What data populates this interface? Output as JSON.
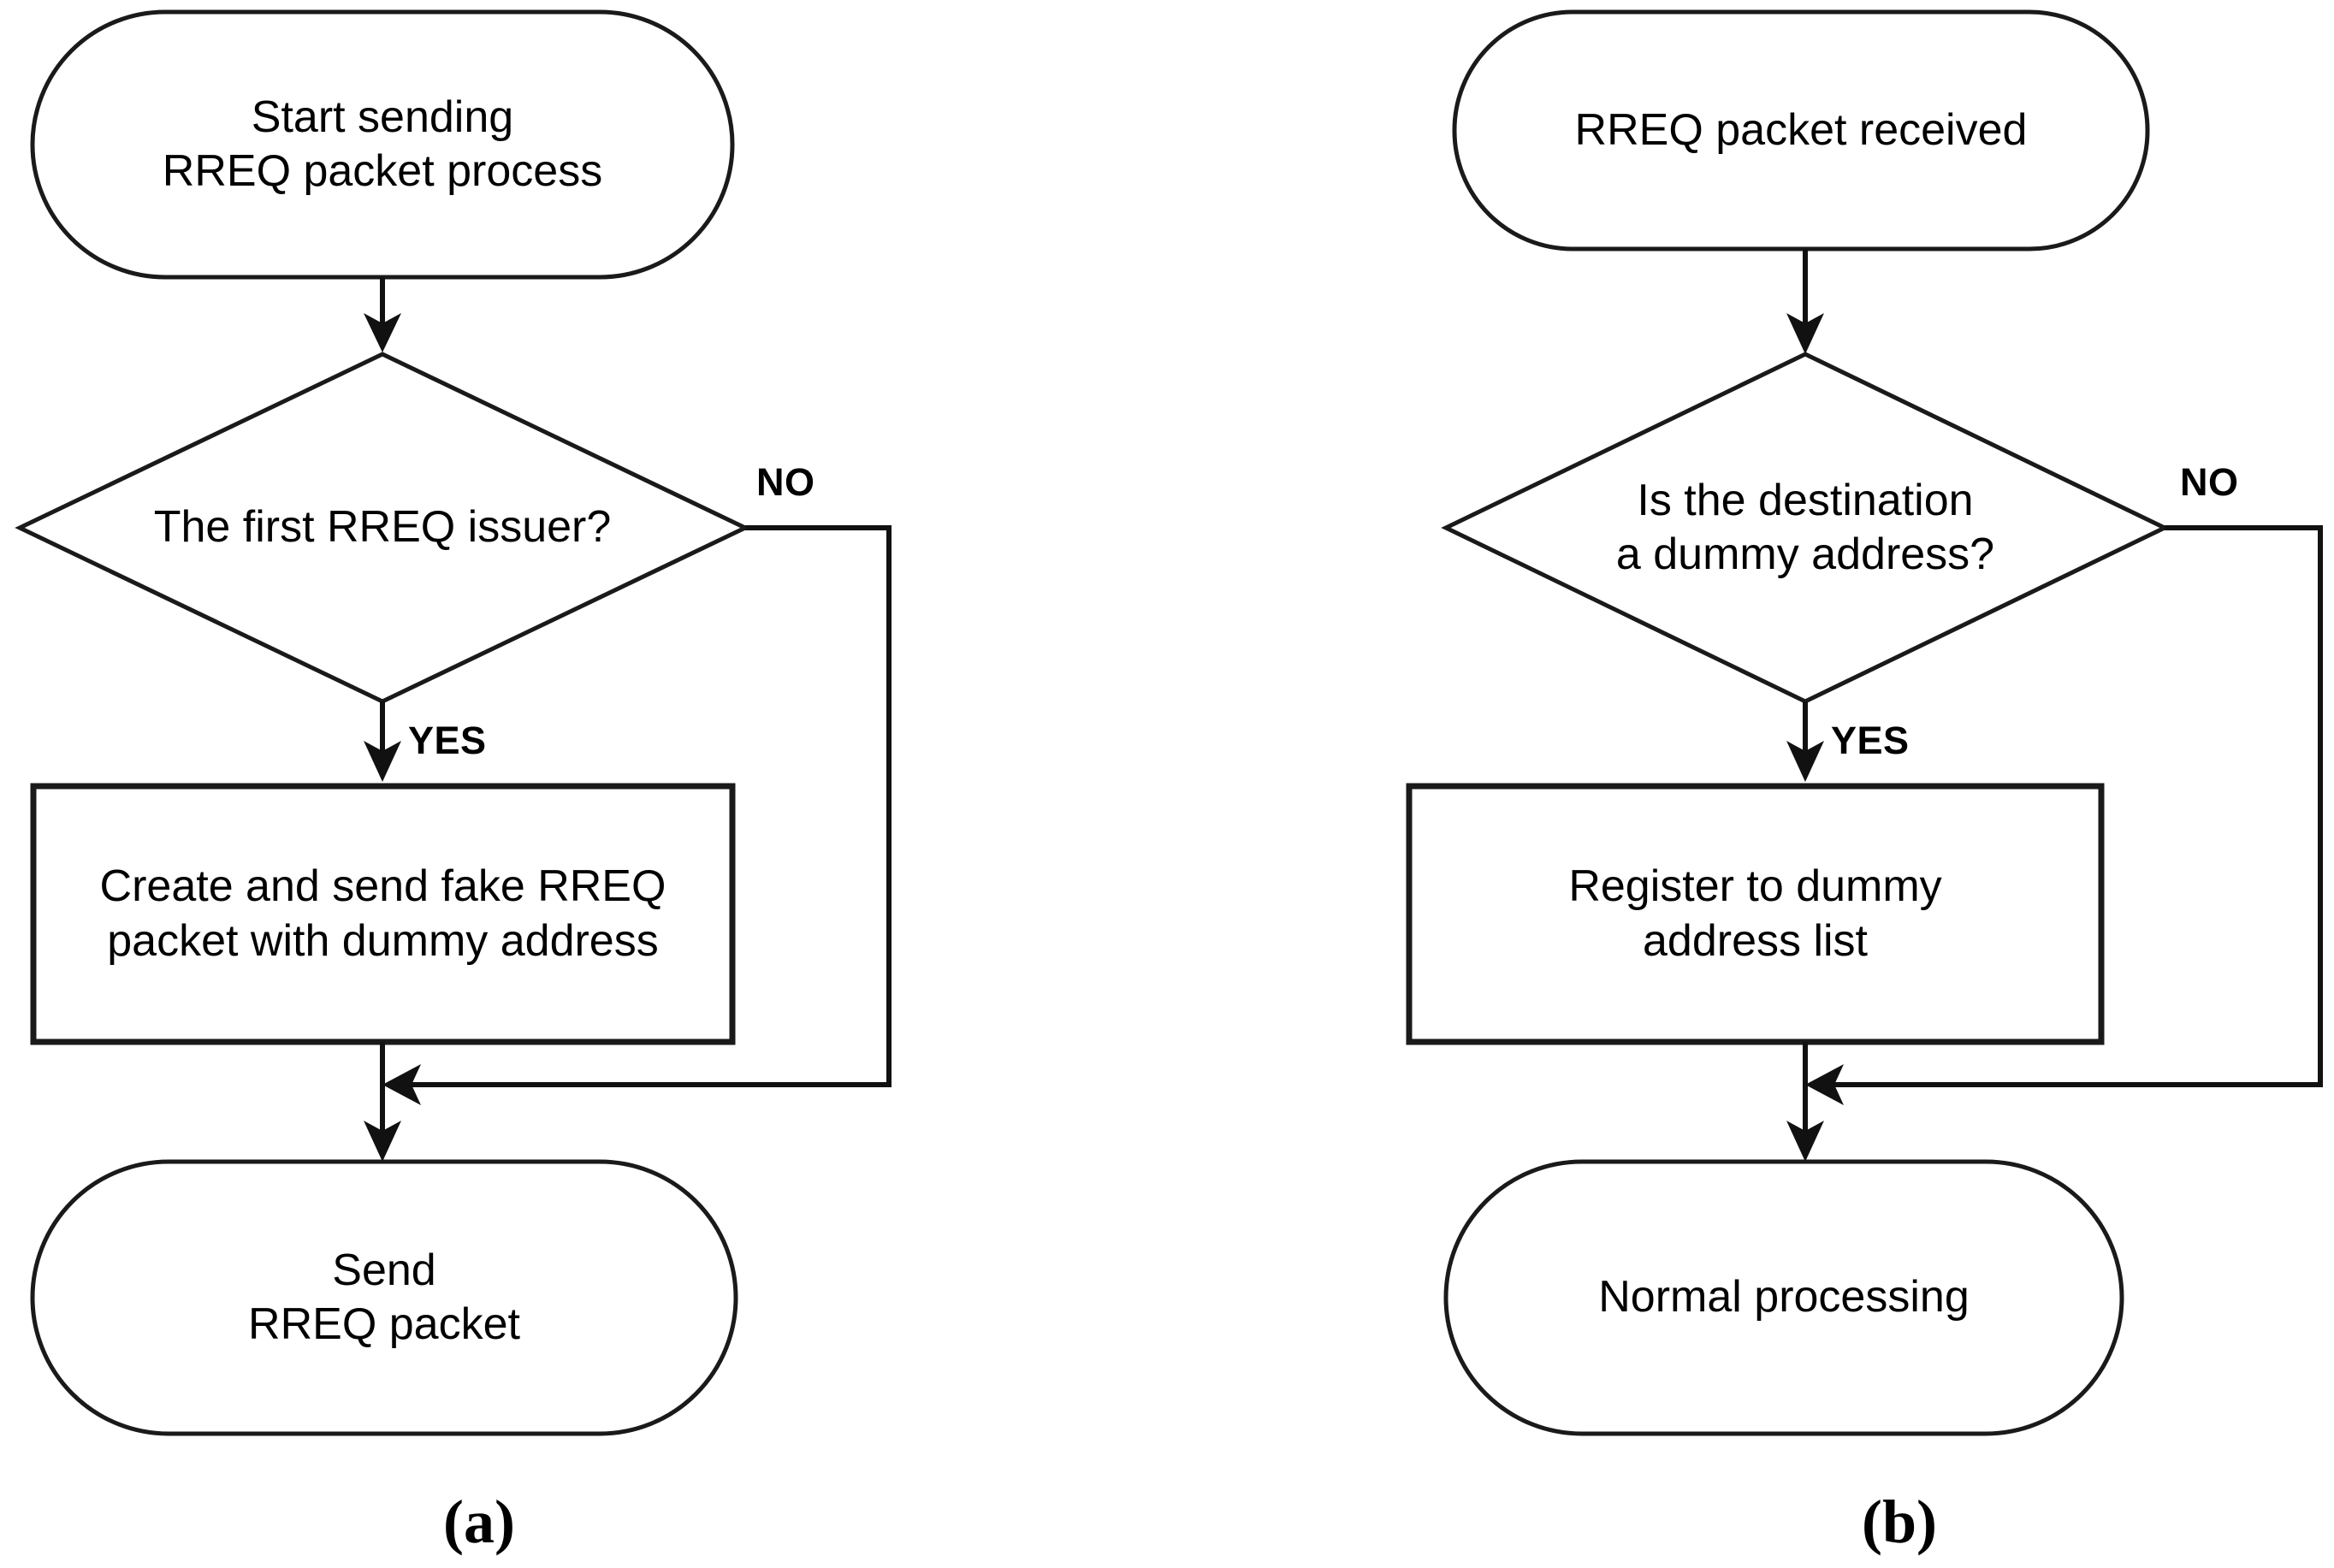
{
  "figure": {
    "title": "",
    "background_color": "#ffffff",
    "stroke_color": "#1a1a1a",
    "text_color": "#000000"
  },
  "panels": [
    {
      "id": "a",
      "caption": "(a)",
      "nodes": [
        {
          "id": "a-start",
          "type": "terminator",
          "text": "Start sending\nRREQ packet process"
        },
        {
          "id": "a-decision",
          "type": "decision",
          "text": "The first RREQ issuer?"
        },
        {
          "id": "a-process",
          "type": "process",
          "text": "Create and send fake RREQ\npacket with dummy address"
        },
        {
          "id": "a-end",
          "type": "terminator",
          "text": "Send\nRREQ packet"
        }
      ],
      "edges": [
        {
          "from": "a-start",
          "to": "a-decision",
          "label": ""
        },
        {
          "from": "a-decision",
          "to": "a-process",
          "label": "YES"
        },
        {
          "from": "a-decision",
          "to": "a-end",
          "label": "NO"
        },
        {
          "from": "a-process",
          "to": "a-end",
          "label": ""
        }
      ]
    },
    {
      "id": "b",
      "caption": "(b)",
      "nodes": [
        {
          "id": "b-start",
          "type": "terminator",
          "text": "RREQ packet received"
        },
        {
          "id": "b-decision",
          "type": "decision",
          "text": "Is the destination\na dummy address?"
        },
        {
          "id": "b-process",
          "type": "process",
          "text": "Register to dummy\naddress list"
        },
        {
          "id": "b-end",
          "type": "terminator",
          "text": "Normal processing"
        }
      ],
      "edges": [
        {
          "from": "b-start",
          "to": "b-decision",
          "label": ""
        },
        {
          "from": "b-decision",
          "to": "b-process",
          "label": "YES"
        },
        {
          "from": "b-decision",
          "to": "b-end",
          "label": "NO"
        },
        {
          "from": "b-process",
          "to": "b-end",
          "label": ""
        }
      ]
    }
  ],
  "labels": {
    "yes": "YES",
    "no": "NO",
    "caption_a": "(a)",
    "caption_b": "(b)"
  }
}
